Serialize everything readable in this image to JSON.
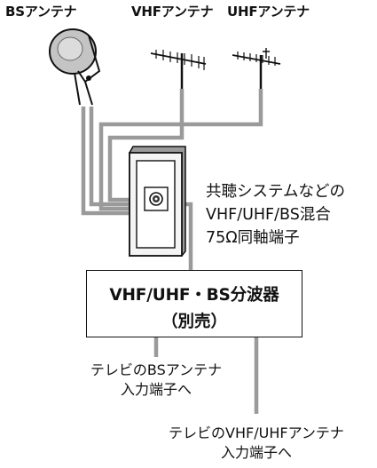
{
  "antennas": {
    "bs": "BSアンテナ",
    "vhf": "VHFアンテナ",
    "uhf": "UHFアンテナ"
  },
  "outlet_note": {
    "line1": "共聴システムなどの",
    "line2": "VHF/UHF/BS混合",
    "line3": "75Ω同軸端子"
  },
  "splitter": {
    "line1": "VHF/UHF・BS分波器",
    "line2": "（別売）"
  },
  "outputs": {
    "bs_line1": "テレビのBSアンテナ",
    "bs_line2": "入力端子へ",
    "vu_line1": "テレビのVHF/UHFアンテナ",
    "vu_line2": "入力端子へ"
  }
}
